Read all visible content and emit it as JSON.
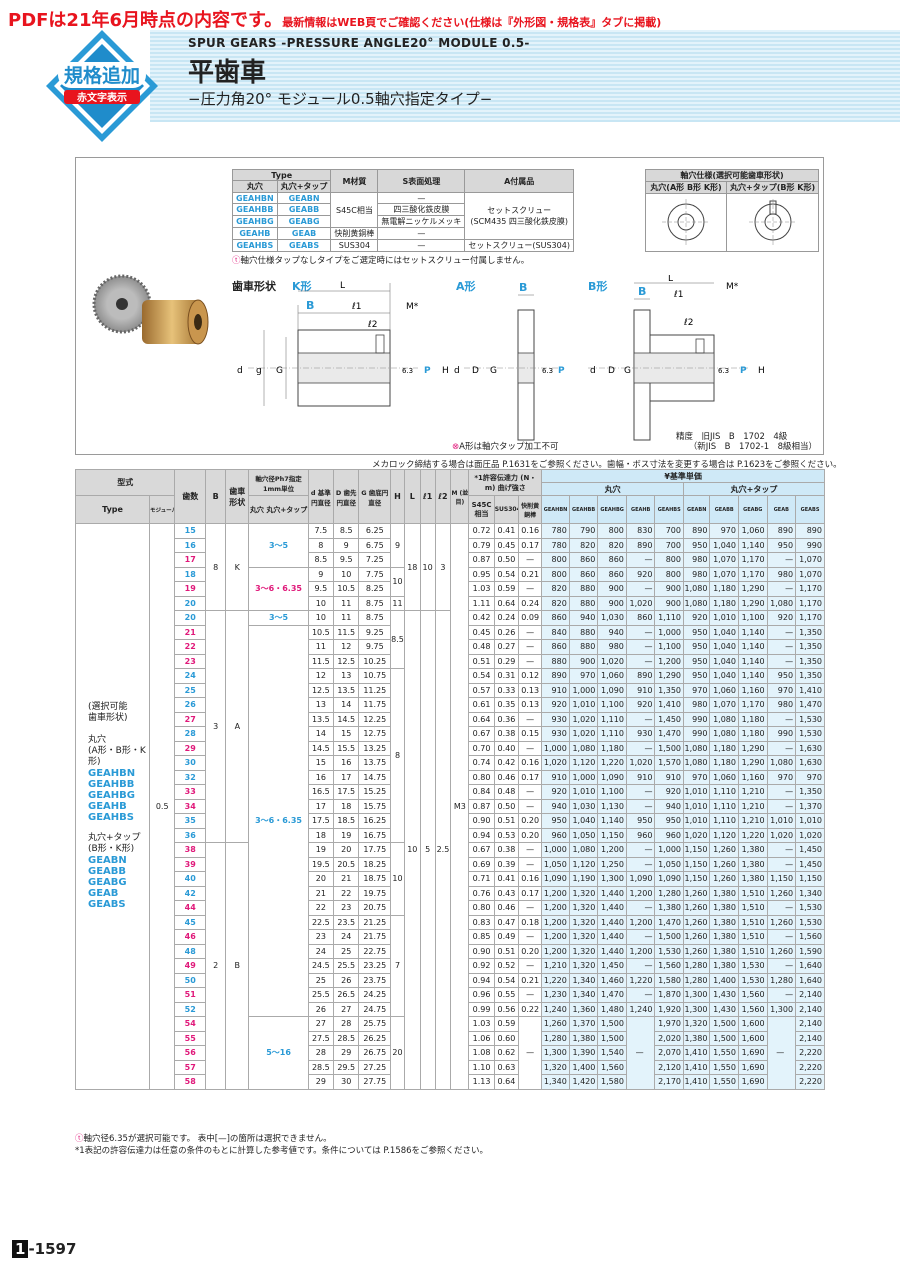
{
  "notice": {
    "big": "PDFは21年6月時点の内容です。",
    "small": "最新情報はWEB頁でご確認ください(仕様は『外形図・規格表』タブに掲載)"
  },
  "badge": {
    "line1": "規格追加",
    "line2": "赤文字表示"
  },
  "title": {
    "en": "SPUR GEARS -PRESSURE ANGLE20° MODULE 0.5-",
    "jp": "平歯車",
    "sub": "−圧力角20° モジュール0.5軸穴指定タイプ−"
  },
  "type_table": {
    "h_type": "Type",
    "h_round": "丸穴",
    "h_tap": "丸穴+タップ",
    "h_mat": "M材質",
    "h_surf": "S表面処理",
    "h_acc": "A付属品",
    "rows": [
      {
        "a": "GEAHBN",
        "b": "GEABN"
      },
      {
        "a": "GEAHBB",
        "b": "GEABB"
      },
      {
        "a": "GEAHBG",
        "b": "GEABG"
      },
      {
        "a": "GEAHB",
        "b": "GEAB"
      },
      {
        "a": "GEAHBS",
        "b": "GEABS"
      }
    ],
    "mat_s45c": "S45C相当",
    "mat_brass": "快削黄銅棒",
    "mat_sus": "SUS304",
    "surf_1": "—",
    "surf_2": "四三酸化鉄皮膜",
    "surf_3": "無電解ニッケルメッキ",
    "surf_4": "—",
    "surf_5": "—",
    "acc_1": "セットスクリュー",
    "acc_2": "(SCM435 四三酸化鉄皮膜)",
    "acc_3": "セットスクリュー(SUS304)"
  },
  "shaft_table": {
    "title": "軸穴仕様(選択可能歯車形状)",
    "h1": "丸穴(A形 B形 K形)",
    "h2": "丸穴+タップ(B形 K形)"
  },
  "note_setscrew": "軸穴仕様タップなしタイプをご選定時にはセットスクリュー付属しません。",
  "diag": {
    "shape": "歯車形状",
    "k": "K形",
    "a": "A形",
    "b": "B形",
    "lbl_B": "B",
    "lbl_L": "L",
    "lbl_l1": "ℓ1",
    "lbl_l2": "ℓ2",
    "lbl_M": "M*",
    "lbl_d": "d",
    "lbl_g": "g",
    "lbl_G": "G",
    "lbl_D": "D",
    "lbl_H": "H",
    "lbl_P": "P",
    "lbl_63": "6.3"
  },
  "a_note": "A形は軸穴タップ加工不可",
  "precision": "精度　旧JIS　B　1702　4級\n　　（新JIS　B　1702-1　8級相当）",
  "meta_note": "メカロック締結する場合は面圧品 P.1631をご参照ください。歯幅・ボス寸法を変更する場合は P.1623をご参照ください。",
  "main_table": {
    "h_model": "型式",
    "h_type": "Type",
    "h_module": "モジュール",
    "h_teeth": "歯数",
    "h_B": "B",
    "h_shape": "歯車形状",
    "h_bore": "軸穴径Ph7指定1mm単位",
    "h_bore_sub": "丸穴 丸穴+タップ",
    "h_d": "d 基準円直径",
    "h_Dd": "D 歯先円直径",
    "h_G": "G 歯底円直径",
    "h_H": "H",
    "h_L": "L",
    "h_l1": "ℓ1",
    "h_l2": "ℓ2",
    "h_M": "M (並目)",
    "h_torque": "*1許容伝達力 (N・m) 曲げ強さ",
    "h_s45c": "S45C相当",
    "h_sus": "SUS304",
    "h_brass": "快削黄銅棒",
    "h_price": "¥基準単価",
    "h_round": "丸穴",
    "h_tap": "丸穴+タップ",
    "price_cols": [
      "GEAHBN",
      "GEAHBB",
      "GEAHBG",
      "GEAHB",
      "GEAHBS",
      "GEABN",
      "GEABB",
      "GEABG",
      "GEAB",
      "GEABS"
    ],
    "type_text": "(選択可能\n歯車形状)\n\n丸穴\n(A形・B形・K形)",
    "type_codes_round": "GEAHBN\nGEAHBB\nGEAHBG\nGEAHB\nGEAHBS",
    "type_text2": "丸穴+タップ\n(B形・K形)",
    "type_codes_tap": "GEABN\nGEABB\nGEABG\nGEAB\nGEABS",
    "module": "0.5",
    "B_8": "8",
    "B_3": "3",
    "B_2": "2",
    "shape_K": "K",
    "shape_A": "A",
    "shape_B": "B",
    "bore_1": "3〜5",
    "bore_2": "3〜6・6.35",
    "bore_3": "3〜5",
    "bore_4": "3〜6・6.35",
    "bore_5": "5〜16",
    "H_9": "9",
    "H_10": "10",
    "H_11": "11",
    "H_85": "8.5",
    "H_8": "8",
    "H_10b": "10",
    "H_7": "7",
    "H_20": "20",
    "L_18": "18",
    "l1_10": "10",
    "l2_3": "3",
    "L_10": "10",
    "l1_5": "5",
    "l2_25": "2.5",
    "M_M3": "M3",
    "dash": "—",
    "rows": [
      [
        "15",
        "7.5",
        "8.5",
        "6.25",
        "0.72",
        "0.41",
        "0.16",
        "780",
        "790",
        "800",
        "830",
        "700",
        "890",
        "970",
        "1,060",
        "890",
        "890"
      ],
      [
        "16",
        "8",
        "9",
        "6.75",
        "0.79",
        "0.45",
        "0.17",
        "780",
        "820",
        "820",
        "890",
        "700",
        "950",
        "1,040",
        "1,140",
        "950",
        "990"
      ],
      [
        "17",
        "8.5",
        "9.5",
        "7.25",
        "0.87",
        "0.50",
        "—",
        "800",
        "860",
        "860",
        "—",
        "800",
        "980",
        "1,070",
        "1,170",
        "—",
        "1,070"
      ],
      [
        "18",
        "9",
        "10",
        "7.75",
        "0.95",
        "0.54",
        "0.21",
        "800",
        "860",
        "860",
        "920",
        "800",
        "980",
        "1,070",
        "1,170",
        "980",
        "1,070"
      ],
      [
        "19",
        "9.5",
        "10.5",
        "8.25",
        "1.03",
        "0.59",
        "—",
        "820",
        "880",
        "900",
        "—",
        "900",
        "1,080",
        "1,180",
        "1,290",
        "—",
        "1,170"
      ],
      [
        "20",
        "10",
        "11",
        "8.75",
        "1.11",
        "0.64",
        "0.24",
        "820",
        "880",
        "900",
        "1,020",
        "900",
        "1,080",
        "1,180",
        "1,290",
        "1,080",
        "1,170"
      ],
      [
        "20",
        "10",
        "11",
        "8.75",
        "0.42",
        "0.24",
        "0.09",
        "860",
        "940",
        "1,030",
        "860",
        "1,110",
        "920",
        "1,010",
        "1,100",
        "920",
        "1,170"
      ],
      [
        "21",
        "10.5",
        "11.5",
        "9.25",
        "0.45",
        "0.26",
        "—",
        "840",
        "880",
        "940",
        "—",
        "1,000",
        "950",
        "1,040",
        "1,140",
        "—",
        "1,350"
      ],
      [
        "22",
        "11",
        "12",
        "9.75",
        "0.48",
        "0.27",
        "—",
        "860",
        "880",
        "980",
        "—",
        "1,100",
        "950",
        "1,040",
        "1,140",
        "—",
        "1,350"
      ],
      [
        "23",
        "11.5",
        "12.5",
        "10.25",
        "0.51",
        "0.29",
        "—",
        "880",
        "900",
        "1,020",
        "—",
        "1,200",
        "950",
        "1,040",
        "1,140",
        "—",
        "1,350"
      ],
      [
        "24",
        "12",
        "13",
        "10.75",
        "0.54",
        "0.31",
        "0.12",
        "890",
        "970",
        "1,060",
        "890",
        "1,290",
        "950",
        "1,040",
        "1,140",
        "950",
        "1,350"
      ],
      [
        "25",
        "12.5",
        "13.5",
        "11.25",
        "0.57",
        "0.33",
        "0.13",
        "910",
        "1,000",
        "1,090",
        "910",
        "1,350",
        "970",
        "1,060",
        "1,160",
        "970",
        "1,410"
      ],
      [
        "26",
        "13",
        "14",
        "11.75",
        "0.61",
        "0.35",
        "0.13",
        "920",
        "1,010",
        "1,100",
        "920",
        "1,410",
        "980",
        "1,070",
        "1,170",
        "980",
        "1,470"
      ],
      [
        "27",
        "13.5",
        "14.5",
        "12.25",
        "0.64",
        "0.36",
        "—",
        "930",
        "1,020",
        "1,110",
        "—",
        "1,450",
        "990",
        "1,080",
        "1,180",
        "—",
        "1,530"
      ],
      [
        "28",
        "14",
        "15",
        "12.75",
        "0.67",
        "0.38",
        "0.15",
        "930",
        "1,020",
        "1,110",
        "930",
        "1,470",
        "990",
        "1,080",
        "1,180",
        "990",
        "1,530"
      ],
      [
        "29",
        "14.5",
        "15.5",
        "13.25",
        "0.70",
        "0.40",
        "—",
        "1,000",
        "1,080",
        "1,180",
        "—",
        "1,500",
        "1,080",
        "1,180",
        "1,290",
        "—",
        "1,630"
      ],
      [
        "30",
        "15",
        "16",
        "13.75",
        "0.74",
        "0.42",
        "0.16",
        "1,020",
        "1,120",
        "1,220",
        "1,020",
        "1,570",
        "1,080",
        "1,180",
        "1,290",
        "1,080",
        "1,630"
      ],
      [
        "32",
        "16",
        "17",
        "14.75",
        "0.80",
        "0.46",
        "0.17",
        "910",
        "1,000",
        "1,090",
        "910",
        "910",
        "970",
        "1,060",
        "1,160",
        "970",
        "970"
      ],
      [
        "33",
        "16.5",
        "17.5",
        "15.25",
        "0.84",
        "0.48",
        "—",
        "920",
        "1,010",
        "1,100",
        "—",
        "920",
        "1,010",
        "1,110",
        "1,210",
        "—",
        "1,350"
      ],
      [
        "34",
        "17",
        "18",
        "15.75",
        "0.87",
        "0.50",
        "—",
        "940",
        "1,030",
        "1,130",
        "—",
        "940",
        "1,010",
        "1,110",
        "1,210",
        "—",
        "1,370"
      ],
      [
        "35",
        "17.5",
        "18.5",
        "16.25",
        "0.90",
        "0.51",
        "0.20",
        "950",
        "1,040",
        "1,140",
        "950",
        "950",
        "1,010",
        "1,110",
        "1,210",
        "1,010",
        "1,010"
      ],
      [
        "36",
        "18",
        "19",
        "16.75",
        "0.94",
        "0.53",
        "0.20",
        "960",
        "1,050",
        "1,150",
        "960",
        "960",
        "1,020",
        "1,120",
        "1,220",
        "1,020",
        "1,020"
      ],
      [
        "38",
        "19",
        "20",
        "17.75",
        "0.67",
        "0.38",
        "—",
        "1,000",
        "1,080",
        "1,200",
        "—",
        "1,000",
        "1,150",
        "1,260",
        "1,380",
        "—",
        "1,450"
      ],
      [
        "39",
        "19.5",
        "20.5",
        "18.25",
        "0.69",
        "0.39",
        "—",
        "1,050",
        "1,120",
        "1,250",
        "—",
        "1,050",
        "1,150",
        "1,260",
        "1,380",
        "—",
        "1,450"
      ],
      [
        "40",
        "20",
        "21",
        "18.75",
        "0.71",
        "0.41",
        "0.16",
        "1,090",
        "1,190",
        "1,300",
        "1,090",
        "1,090",
        "1,150",
        "1,260",
        "1,380",
        "1,150",
        "1,150"
      ],
      [
        "42",
        "21",
        "22",
        "19.75",
        "0.76",
        "0.43",
        "0.17",
        "1,200",
        "1,320",
        "1,440",
        "1,200",
        "1,280",
        "1,260",
        "1,380",
        "1,510",
        "1,260",
        "1,340"
      ],
      [
        "44",
        "22",
        "23",
        "20.75",
        "0.80",
        "0.46",
        "—",
        "1,200",
        "1,320",
        "1,440",
        "—",
        "1,380",
        "1,260",
        "1,380",
        "1,510",
        "—",
        "1,530"
      ],
      [
        "45",
        "22.5",
        "23.5",
        "21.25",
        "0.83",
        "0.47",
        "0.18",
        "1,200",
        "1,320",
        "1,440",
        "1,200",
        "1,470",
        "1,260",
        "1,380",
        "1,510",
        "1,260",
        "1,530"
      ],
      [
        "46",
        "23",
        "24",
        "21.75",
        "0.85",
        "0.49",
        "—",
        "1,200",
        "1,320",
        "1,440",
        "—",
        "1,500",
        "1,260",
        "1,380",
        "1,510",
        "—",
        "1,560"
      ],
      [
        "48",
        "24",
        "25",
        "22.75",
        "0.90",
        "0.51",
        "0.20",
        "1,200",
        "1,320",
        "1,440",
        "1,200",
        "1,530",
        "1,260",
        "1,380",
        "1,510",
        "1,260",
        "1,590"
      ],
      [
        "49",
        "24.5",
        "25.5",
        "23.25",
        "0.92",
        "0.52",
        "—",
        "1,210",
        "1,320",
        "1,450",
        "—",
        "1,560",
        "1,280",
        "1,380",
        "1,530",
        "—",
        "1,640"
      ],
      [
        "50",
        "25",
        "26",
        "23.75",
        "0.94",
        "0.54",
        "0.21",
        "1,220",
        "1,340",
        "1,460",
        "1,220",
        "1,580",
        "1,280",
        "1,400",
        "1,530",
        "1,280",
        "1,640"
      ],
      [
        "51",
        "25.5",
        "26.5",
        "24.25",
        "0.96",
        "0.55",
        "—",
        "1,230",
        "1,340",
        "1,470",
        "—",
        "1,870",
        "1,300",
        "1,430",
        "1,560",
        "—",
        "2,140"
      ],
      [
        "52",
        "26",
        "27",
        "24.75",
        "0.99",
        "0.56",
        "0.22",
        "1,240",
        "1,360",
        "1,480",
        "1,240",
        "1,920",
        "1,300",
        "1,430",
        "1,560",
        "1,300",
        "2,140"
      ],
      [
        "54",
        "27",
        "28",
        "25.75",
        "1.03",
        "0.59",
        "",
        "1,260",
        "1,370",
        "1,500",
        "",
        "1,970",
        "1,320",
        "1,500",
        "1,600",
        "",
        "2,140"
      ],
      [
        "55",
        "27.5",
        "28.5",
        "26.25",
        "1.06",
        "0.60",
        "",
        "1,280",
        "1,380",
        "1,500",
        "",
        "2,020",
        "1,380",
        "1,500",
        "1,600",
        "",
        "2,140"
      ],
      [
        "56",
        "28",
        "29",
        "26.75",
        "1.08",
        "0.62",
        "",
        "1,300",
        "1,390",
        "1,540",
        "",
        "2,070",
        "1,410",
        "1,550",
        "1,690",
        "",
        "2,220"
      ],
      [
        "57",
        "28.5",
        "29.5",
        "27.25",
        "1.10",
        "0.63",
        "",
        "1,320",
        "1,400",
        "1,560",
        "",
        "2,120",
        "1,410",
        "1,550",
        "1,690",
        "",
        "2,220"
      ],
      [
        "58",
        "29",
        "30",
        "27.75",
        "1.13",
        "0.64",
        "",
        "1,340",
        "1,420",
        "1,580",
        "",
        "2,170",
        "1,410",
        "1,550",
        "1,690",
        "",
        "2,220"
      ]
    ],
    "pink_teeth": [
      "17",
      "19",
      "21",
      "22",
      "23",
      "27",
      "29",
      "33",
      "34",
      "38",
      "39",
      "44",
      "46",
      "49",
      "51",
      "54",
      "55",
      "56",
      "57",
      "58"
    ]
  },
  "foot1": "軸穴径6.35が選択可能です。 表中[—]の箇所は選択できません。",
  "foot2": "*1表記の許容伝達力は任意の条件のもとに計算した参考値です。条件については P.1586をご参照ください。",
  "page": {
    "prefix": "1",
    "num": "-1597"
  }
}
